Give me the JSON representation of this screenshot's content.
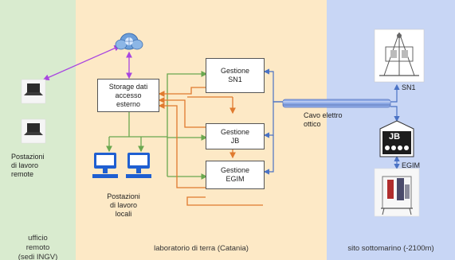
{
  "zones": {
    "remote": {
      "label": "ufficio remoto (sedi INGV)",
      "label_lines": [
        "ufficio",
        "remoto",
        "(sedi INGV)"
      ],
      "color": "#d9ebcf"
    },
    "lab": {
      "label": "laboratorio di terra (Catania)",
      "color": "#fde9c6"
    },
    "sea": {
      "label": "sito sottomarino (-2100m)",
      "color": "#c8d6f5"
    }
  },
  "boxes": {
    "storage": {
      "lines": [
        "Storage dati",
        "accesso",
        "esterno"
      ]
    },
    "sn1": {
      "lines": [
        "Gestione",
        "SN1"
      ]
    },
    "jb": {
      "lines": [
        "Gestione",
        "JB"
      ]
    },
    "egim": {
      "lines": [
        "Gestione",
        "EGIM"
      ]
    }
  },
  "labels": {
    "remote_workstations": [
      "Postazioni",
      "di lavoro",
      "remote"
    ],
    "local_workstations": [
      "Postazioni",
      "di lavoro",
      "locali"
    ],
    "cable": [
      "Cavo elettro",
      "ottico"
    ],
    "sn1": "SN1",
    "jb_icon": "JB",
    "egim": "EGIM"
  },
  "colors": {
    "purple_link": "#a845e0",
    "green_link": "#6aa84f",
    "orange_link": "#e07a2e",
    "blue_link": "#4a72c4",
    "cable": "#6f8fd6"
  }
}
